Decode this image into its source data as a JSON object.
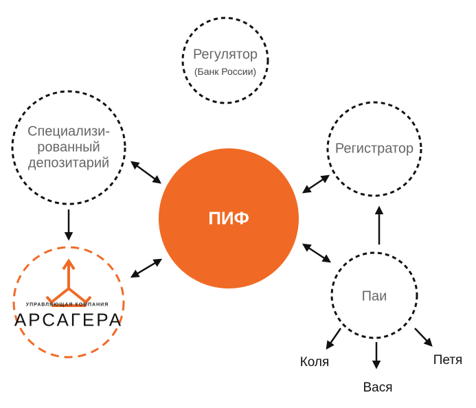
{
  "colors": {
    "accent": "#f06a25",
    "dash": "#111111"
  },
  "nodes": {
    "regulator": {
      "title": "Регулятор",
      "subtitle": "(Банк России)"
    },
    "depositary": {
      "title": "Специализи-\nрованный\nдепозитарий"
    },
    "pif": {
      "title": "ПИФ"
    },
    "registrator": {
      "title": "Регистратор"
    },
    "shares": {
      "title": "Паи"
    },
    "company": {
      "subtitle": "УПРАВЛЯЮЩАЯ КОМПАНИЯ",
      "name": "АРСАГЕРА"
    }
  },
  "holders": [
    "Коля",
    "Вася",
    "Петя"
  ]
}
